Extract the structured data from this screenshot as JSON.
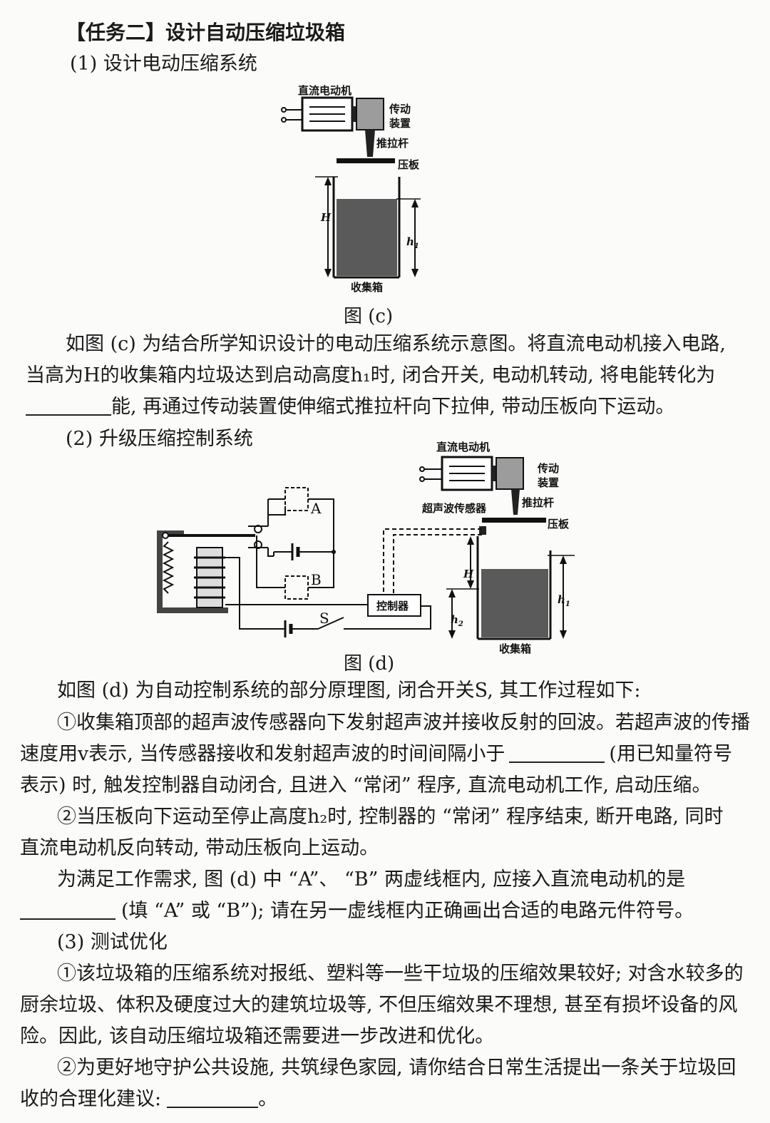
{
  "task_title": "【任务二】设计自动压缩垃圾箱",
  "s1_heading": "(1) 设计电动压缩系统",
  "fig_c": {
    "motor": "直流电动机",
    "transmission_1": "传动",
    "transmission_2": "装置",
    "push_rod": "推拉杆",
    "press_plate": "压板",
    "H": "H",
    "h1": "h",
    "h1_sub": "1",
    "bin": "收集箱",
    "caption": "图 (c)"
  },
  "p1": [
    "如图 (c) 为结合所学知识设计的电动压缩系统示意图。将直流电动机接入电路,",
    "当高为H的收集箱内垃圾达到启动高度h₁时, 闭合开关, 电动机转动, 将电能转化为",
    "能, 再通过传动装置使伸缩式推拉杆向下拉伸, 带动压板向下运动。"
  ],
  "s2_heading": "(2) 升级压缩控制系统",
  "fig_d": {
    "motor": "直流电动机",
    "transmission_1": "传动",
    "transmission_2": "装置",
    "sensor": "超声波传感器",
    "push_rod": "推拉杆",
    "press_plate": "压板",
    "A": "A",
    "B": "B",
    "S": "S",
    "controller": "控制器",
    "H": "H",
    "h1": "h",
    "h1_sub": "1",
    "h2": "h",
    "h2_sub": "2",
    "bin": "收集箱",
    "caption": "图 (d)"
  },
  "p2": "如图 (d) 为自动控制系统的部分原理图, 闭合开关S, 其工作过程如下:",
  "p3": [
    "①收集箱顶部的超声波传感器向下发射超声波并接收反射的回波。若超声波的传播",
    "速度用v表示, 当传感器接收和发射超声波的时间间隔小于",
    "(用已知量符号",
    "表示) 时, 触发控制器自动闭合, 且进入 “常闭” 程序, 直流电动机工作, 启动压缩。"
  ],
  "p4": [
    "②当压板向下运动至停止高度h₂时, 控制器的 “常闭” 程序结束, 断开电路, 同时",
    "直流电动机反向转动, 带动压板向上运动。"
  ],
  "p5": [
    "为满足工作需求, 图 (d) 中 “A”、 “B” 两虚线框内, 应接入直流电动机的是",
    "(填 “A” 或 “B”); 请在另一虚线框内正确画出合适的电路元件符号。"
  ],
  "s3_heading": "(3) 测试优化",
  "p6": [
    "①该垃圾箱的压缩系统对报纸、塑料等一些干垃圾的压缩效果较好; 对含水较多的",
    "厨余垃圾、体积及硬度过大的建筑垃圾等, 不但压缩效果不理想, 甚至有损坏设备的风",
    "险。因此, 该自动压缩垃圾箱还需要进一步改进和优化。"
  ],
  "p7": [
    "②为更好地守护公共设施, 共筑绿色家园, 请你结合日常生活提出一条关于垃圾回",
    "收的合理化建议:",
    "。"
  ]
}
